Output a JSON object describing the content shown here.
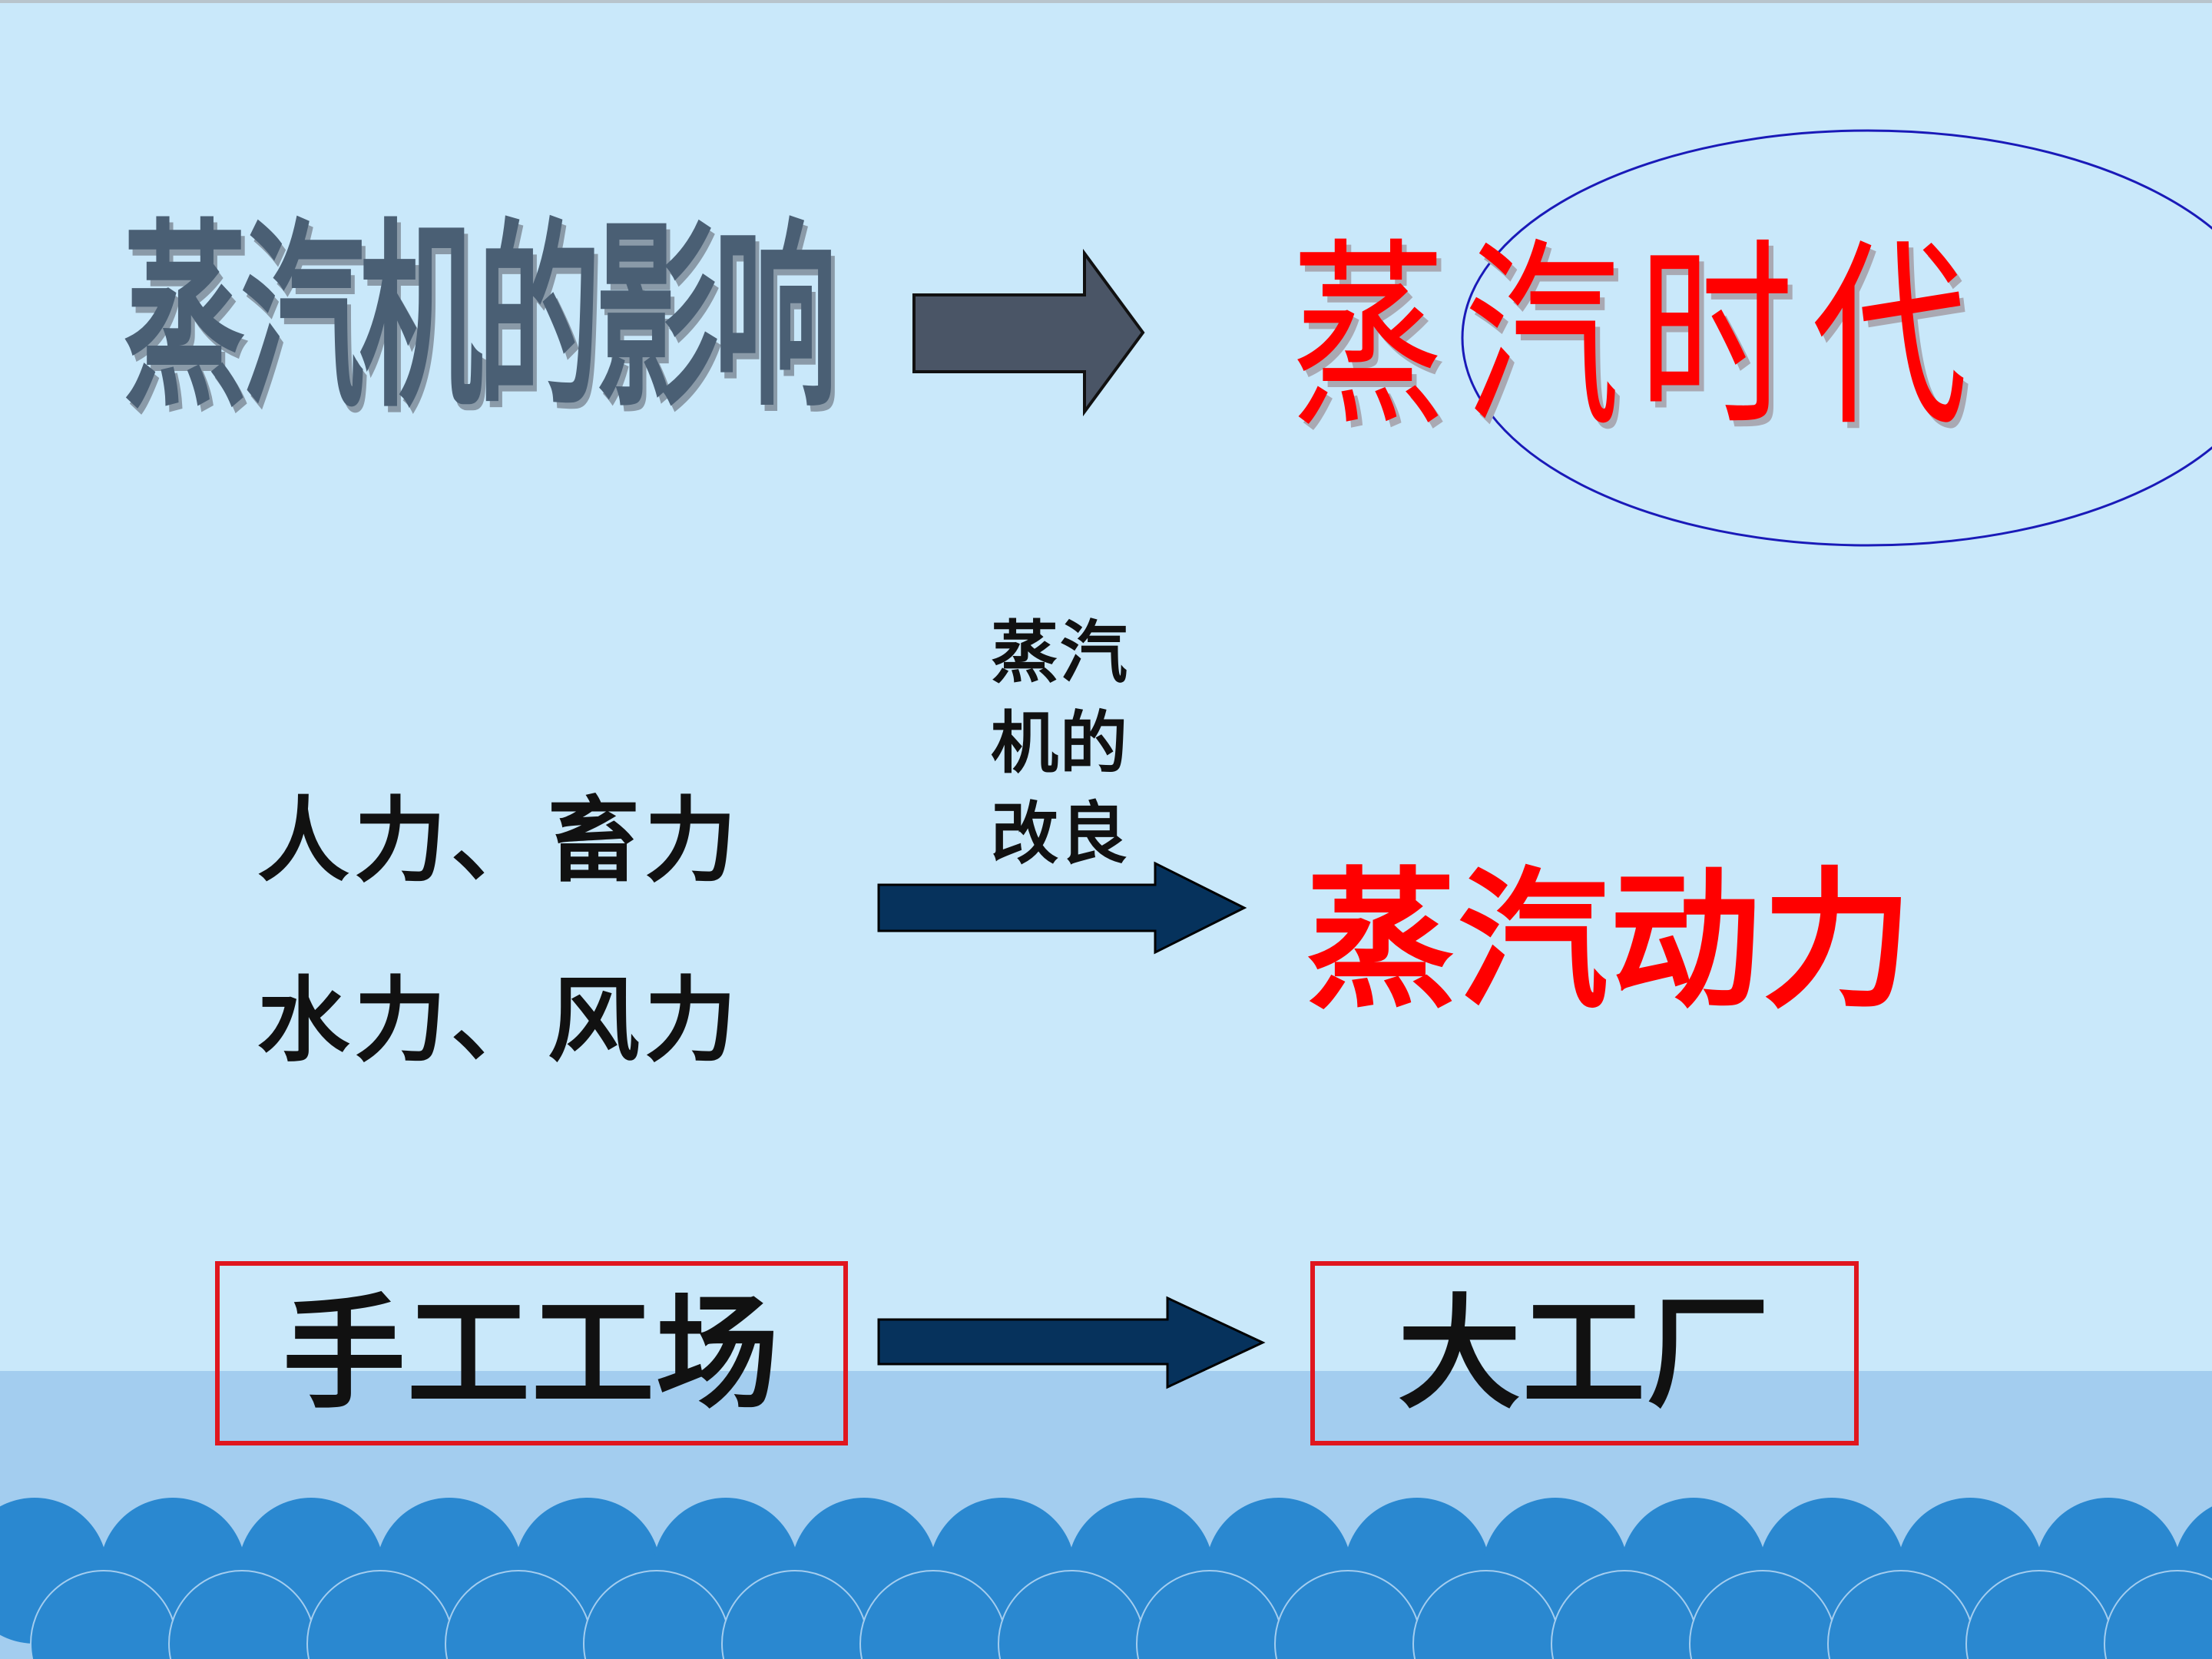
{
  "slide": {
    "title": "蒸汽机的影响",
    "era": "蒸汽时代",
    "power_sources": {
      "line1": "人力、畜力",
      "line2": "水力、风力"
    },
    "improvement_label": "蒸汽机的改良",
    "steam_power": "蒸汽动力",
    "workshop": "手工工场",
    "factory": "大工厂"
  },
  "colors": {
    "background": "#c9e8fa",
    "title": "#4a5f74",
    "emphasis_red": "#ff0000",
    "box_border": "#e0161e",
    "arrow_top": "#4a5566",
    "arrow_dark": "#06325c",
    "ellipse_stroke": "#1a1ab8",
    "wave_fill": "#2a88d0"
  },
  "icons": {
    "title_arrow": "right-arrow-icon",
    "improvement_arrow": "right-arrow-icon",
    "factory_arrow": "right-arrow-icon",
    "decoration": "wave-decoration"
  }
}
